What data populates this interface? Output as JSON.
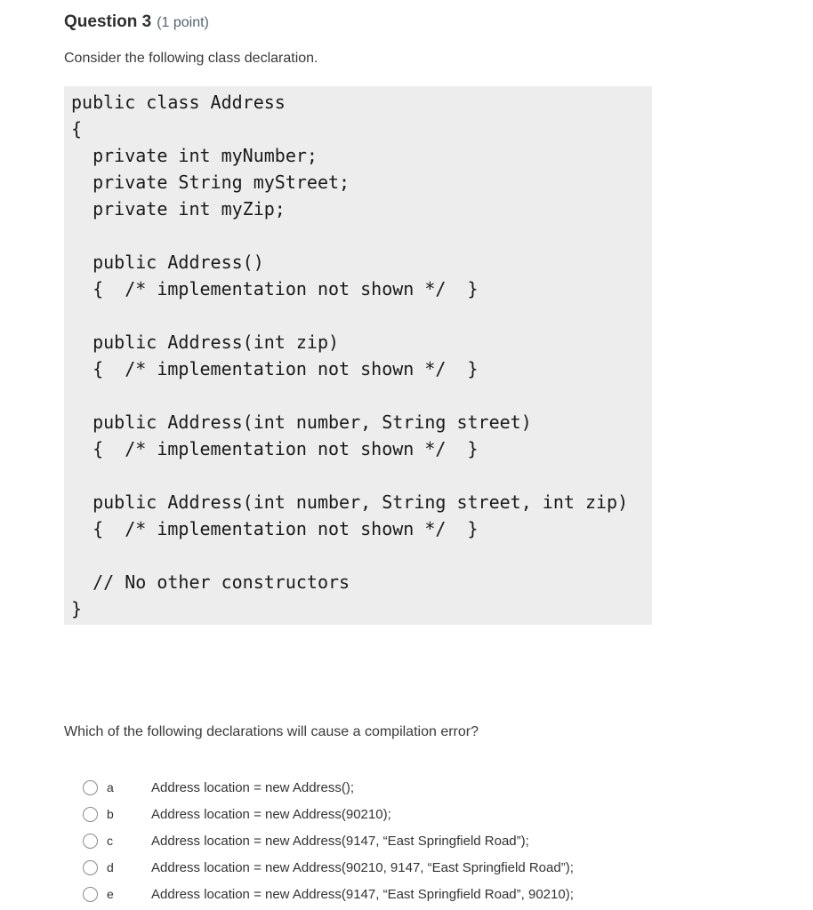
{
  "question": {
    "title": "Question 3",
    "points": "(1 point)",
    "intro": "Consider the following class declaration.",
    "code": "public class Address\n{\n  private int myNumber;\n  private String myStreet;\n  private int myZip;\n\n  public Address()\n  {  /* implementation not shown */  }\n\n  public Address(int zip)\n  {  /* implementation not shown */  }\n\n  public Address(int number, String street)\n  {  /* implementation not shown */  }\n\n  public Address(int number, String street, int zip)\n  {  /* implementation not shown */  }\n\n  // No other constructors\n}",
    "prompt": "Which of the following declarations will cause a compilation error?",
    "options": [
      {
        "letter": "a",
        "text": "Address location = new Address();",
        "selected": false
      },
      {
        "letter": "b",
        "text": "Address location = new Address(90210);",
        "selected": false
      },
      {
        "letter": "c",
        "text": "Address location = new Address(9147, “East Springfield Road”);",
        "selected": false
      },
      {
        "letter": "d",
        "text": "Address location = new Address(90210, 9147, “East Springfield Road”);",
        "selected": false
      },
      {
        "letter": "e",
        "text": "Address location = new Address(9147, “East Springfield Road”, 90210);",
        "selected": false
      }
    ]
  },
  "colors": {
    "points_text": "#56626e",
    "code_background": "#ededed",
    "body_text": "#333333",
    "radio_border": "#8a8a8a"
  }
}
